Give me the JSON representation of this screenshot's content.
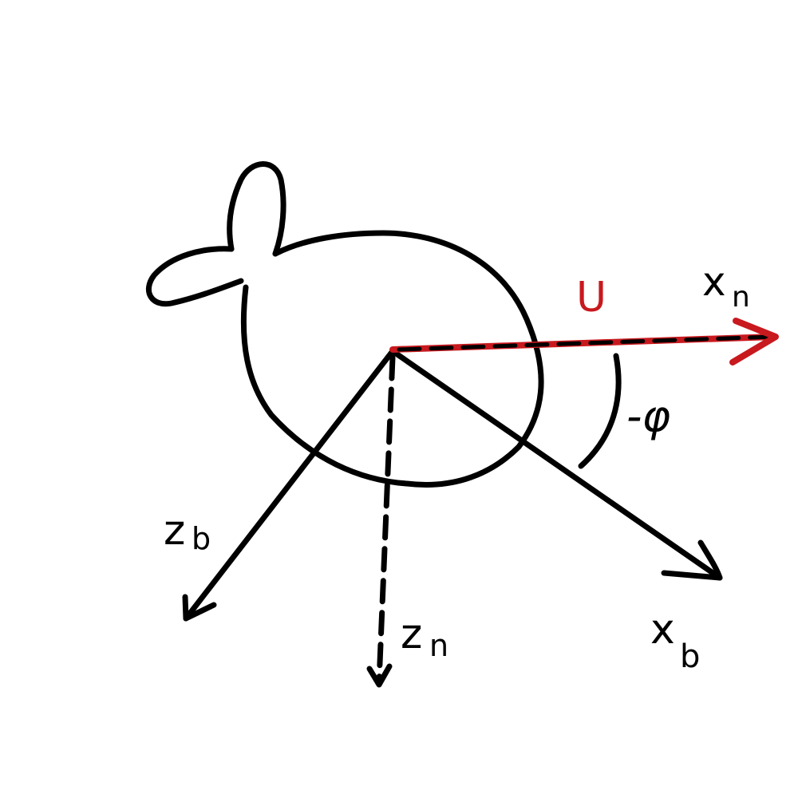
{
  "labels": {
    "velocity": "U",
    "x_n": "x",
    "x_n_sub": "n",
    "x_b": "x",
    "x_b_sub": "b",
    "z_b": "z",
    "z_b_sub": "b",
    "z_n": "z",
    "z_n_sub": "n",
    "angle": "-φ"
  },
  "colors": {
    "ink": "#000000",
    "velocity": "#c8191e",
    "background": "#ffffff"
  }
}
